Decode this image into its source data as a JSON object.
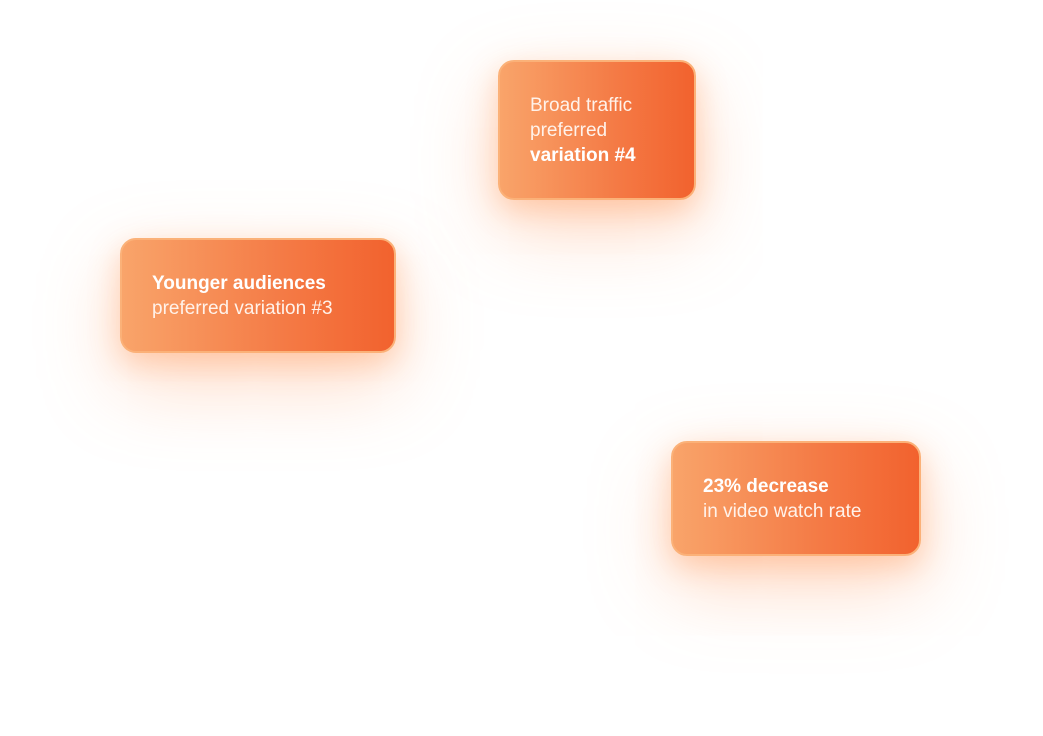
{
  "cards": [
    {
      "lines": [
        "Broad traffic",
        "preferred"
      ],
      "bold": "variation #4"
    },
    {
      "bold": "Younger audiences",
      "lines": [
        "preferred variation #3"
      ]
    },
    {
      "bold": "23% decrease",
      "lines": [
        "in video watch rate"
      ]
    }
  ]
}
